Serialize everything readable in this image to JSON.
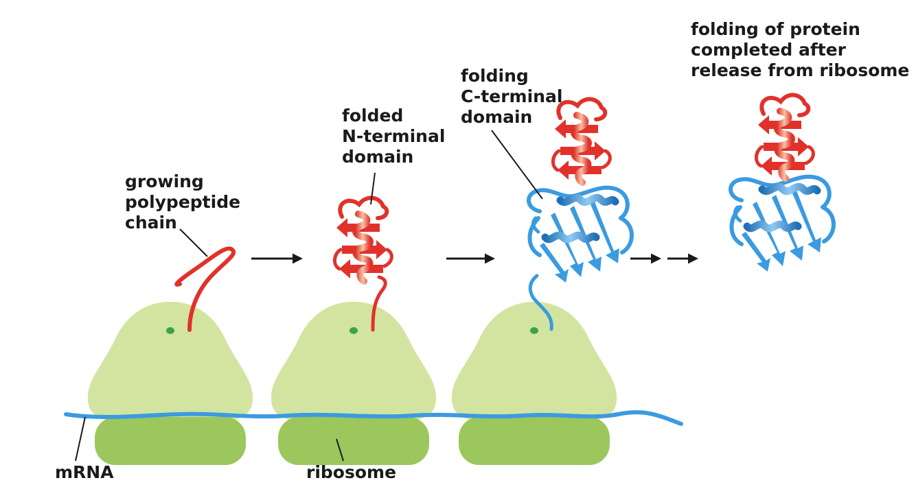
{
  "labels": {
    "growing": [
      "growing",
      "polypeptide",
      "chain"
    ],
    "folded_n": [
      "folded",
      "N-terminal",
      "domain"
    ],
    "folding_c": [
      "folding",
      "C-terminal",
      "domain"
    ],
    "completed": [
      "folding of protein",
      "completed after",
      "release from ribosome"
    ],
    "mrna": "mRNA",
    "ribosome": "ribosome"
  },
  "colors": {
    "ribosome_large": "#d3e4a0",
    "ribosome_small": "#9cc75d",
    "mrna": "#3a9be0",
    "n_domain": "#e0322b",
    "n_domain_helix": "#f2a98a",
    "c_domain": "#3a9be0",
    "c_domain_dark": "#1f6fb5",
    "arrow": "#1a1a1a",
    "exit_tunnel": "#3aa34a"
  }
}
